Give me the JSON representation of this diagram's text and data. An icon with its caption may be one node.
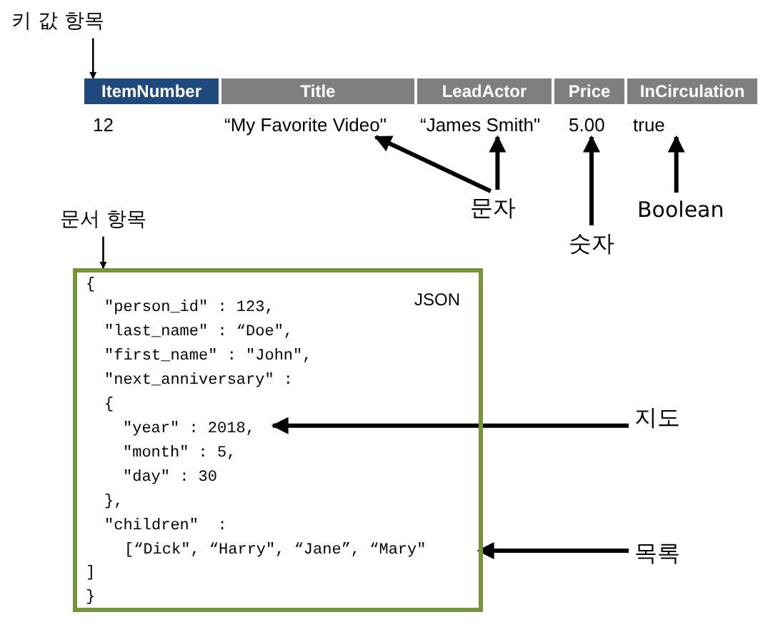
{
  "diagram": {
    "nodes": [
      {
        "text": [
          "키 값 항목"
        ]
      },
      {
        "text": [
          "ItemNumber"
        ]
      },
      {
        "text": [
          "Title"
        ]
      },
      {
        "text": [
          "LeadActor"
        ]
      },
      {
        "text": [
          "Price"
        ]
      },
      {
        "text": [
          "InCirculation"
        ]
      },
      {
        "text": [
          "12"
        ]
      },
      {
        "text": [
          "“My Favorite Video\""
        ]
      },
      {
        "text": [
          "“James Smith\""
        ]
      },
      {
        "text": [
          "5.00"
        ]
      },
      {
        "text": [
          "true"
        ]
      },
      {
        "text": [
          "문자"
        ]
      },
      {
        "text": [
          "숫자"
        ]
      },
      {
        "text": [
          "Boolean"
        ]
      },
      {
        "text": [
          "문서 항목"
        ]
      },
      {
        "text": [
          "{",
          "JSON",
          "\"person_id\" : 123,",
          "\"last_name\" : “Doe\",",
          "\"first_name\" : \"John\",",
          "\"next_anniversary\" :",
          "\"children\"  :",
          "]",
          "}"
        ]
      },
      {
        "text": [
          "{",
          "\"year\" : 2018,",
          "\"month\" : 5,",
          "\"day\" : 30",
          "},"
        ],
        "in": 15
      },
      {
        "text": [
          "[“Dick\", “Harry\", “Jane”, “Mary\""
        ],
        "in": 15
      },
      {
        "text": [
          "지도"
        ]
      },
      {
        "text": [
          "목록"
        ]
      }
    ],
    "edges": [
      {
        "from": 0,
        "to": 1,
        "arrow": "to"
      },
      {
        "from": 11,
        "to": 7,
        "arrow": "to"
      },
      {
        "from": 11,
        "to": 8,
        "arrow": "to"
      },
      {
        "from": 12,
        "to": 9,
        "arrow": "to"
      },
      {
        "from": 13,
        "to": 10,
        "arrow": "to"
      },
      {
        "from": 14,
        "to": 15,
        "arrow": "to"
      },
      {
        "from": 18,
        "to": 16,
        "arrow": "to"
      },
      {
        "from": 19,
        "to": 17,
        "arrow": "to"
      }
    ]
  }
}
